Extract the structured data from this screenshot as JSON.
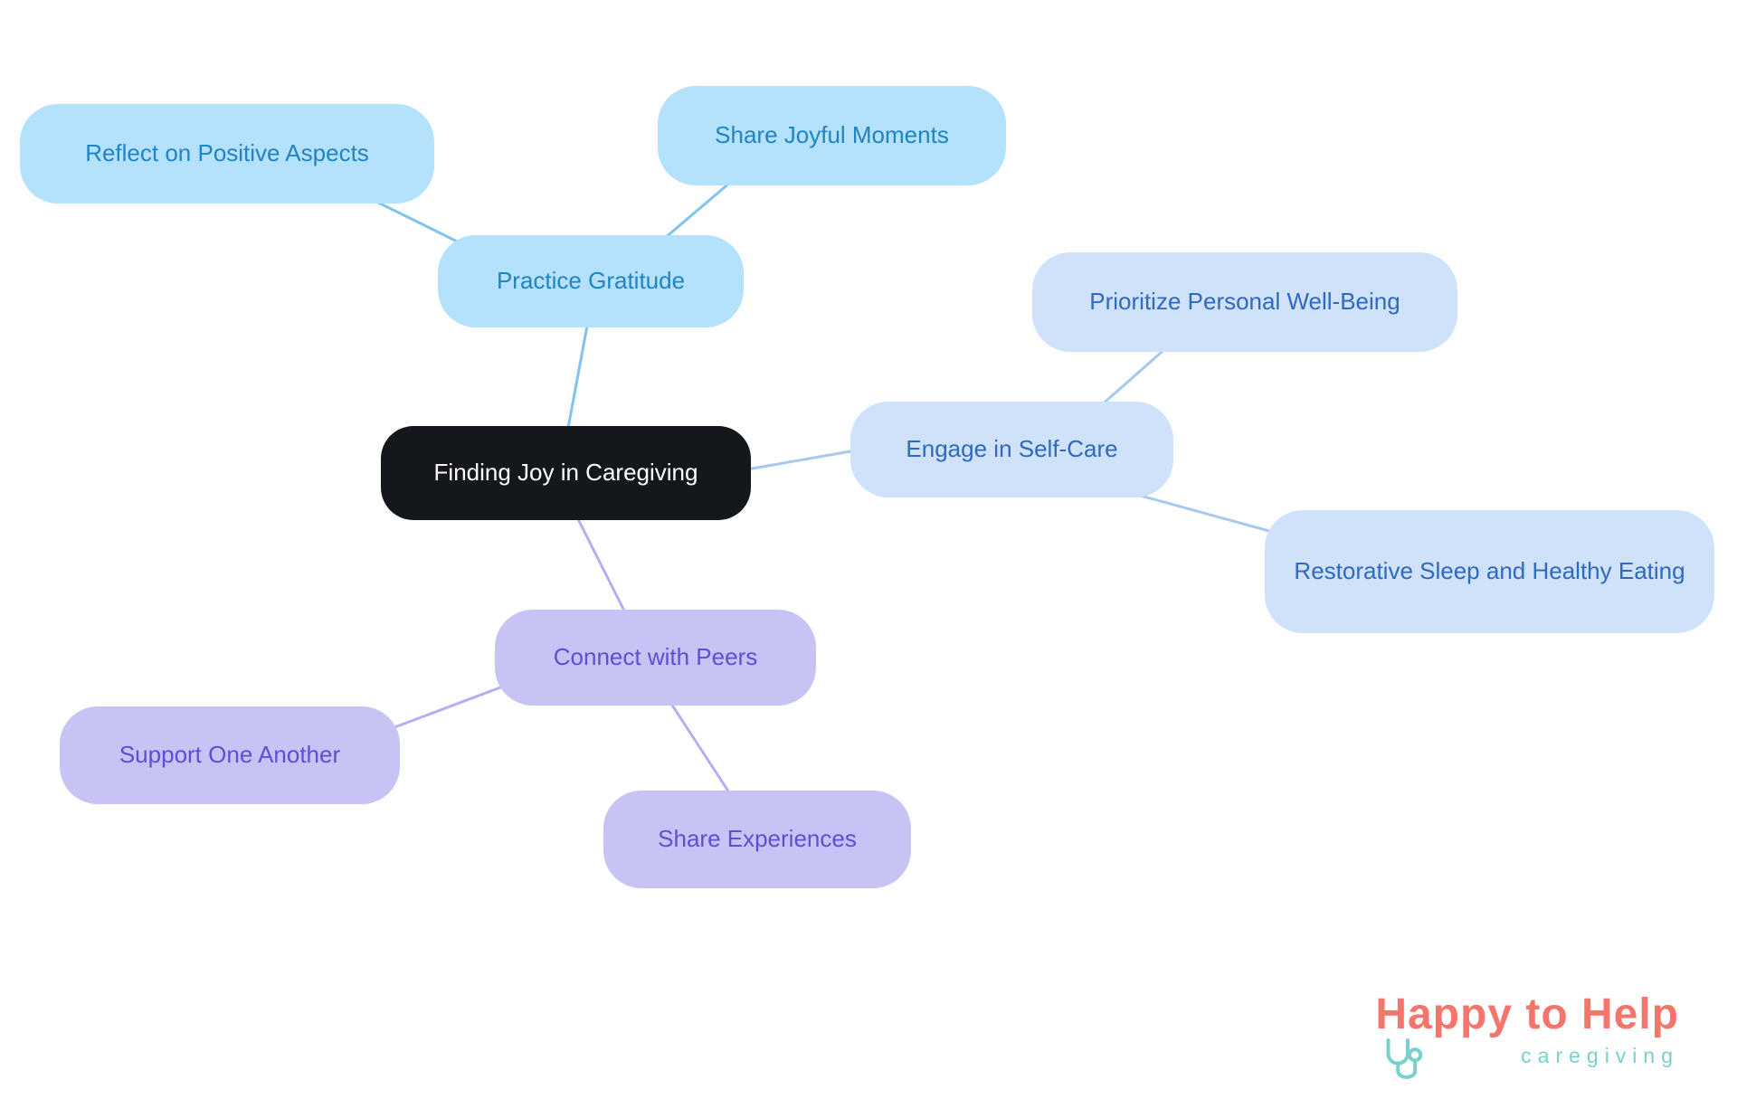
{
  "diagram": {
    "center": {
      "label": "Finding Joy in Caregiving",
      "fill": "#14181d",
      "text_color": "#ffffff"
    },
    "branches": [
      {
        "label": "Practice Gratitude",
        "fill": "#b4e1fb",
        "text_color": "#2184c4",
        "edge_color": "#7fc4ee",
        "children": [
          {
            "label": "Reflect on Positive Aspects"
          },
          {
            "label": "Share Joyful Moments"
          }
        ]
      },
      {
        "label": "Engage in Self-Care",
        "fill": "#cfe2f9",
        "text_color": "#3069c0",
        "edge_color": "#a6c8f1",
        "children": [
          {
            "label": "Prioritize Personal Well-Being"
          },
          {
            "label": "Restorative Sleep and Healthy Eating"
          }
        ]
      },
      {
        "label": "Connect with Peers",
        "fill": "#c7c3f5",
        "text_color": "#5b50d6",
        "edge_color": "#b4aef2",
        "children": [
          {
            "label": "Support One Another"
          },
          {
            "label": "Share Experiences"
          }
        ]
      }
    ]
  },
  "logo": {
    "brand": "Happy to Help",
    "subtitle": "caregiving",
    "brand_color": "#f4756b",
    "subtitle_color": "#7ad0cb",
    "icon_color": "#7ad0cb"
  }
}
